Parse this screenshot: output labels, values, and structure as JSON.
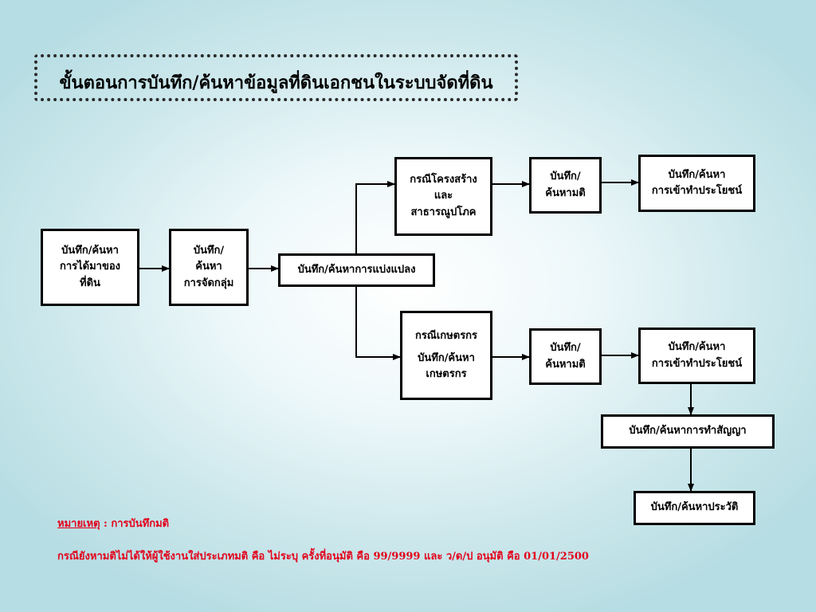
{
  "title": "ขั้นตอนการบันทึก/ค้นหาข้อมูลที่ดินเอกชนในระบบจัดที่ดิน",
  "boxes": {
    "acquisition": [
      "บันทึก/ค้นหา",
      "การได้มาของ",
      "ที่ดิน"
    ],
    "grouping": [
      "บันทึก/",
      "ค้นหา",
      "การจัดกลุ่ม"
    ],
    "subdivision": [
      "บันทึก/ค้นหาการแบ่งแปลง"
    ],
    "infrastructure": [
      "กรณีโครงสร้าง",
      "และ",
      "สาธารณูปโภค"
    ],
    "resolution_top": [
      "บันทึก/",
      "ค้นหามติ"
    ],
    "benefit_top": [
      "บันทึก/ค้นหา",
      "การเข้าทำประโยชน์"
    ],
    "farmer": [
      "กรณีเกษตรกร",
      "บันทึก/ค้นหา",
      "เกษตรกร"
    ],
    "resolution_bottom": [
      "บันทึก/",
      "ค้นหามติ"
    ],
    "benefit_bottom": [
      "บันทึก/ค้นหา",
      "การเข้าทำประโยชน์"
    ],
    "contract": [
      "บันทึก/ค้นหาการทำสัญญา"
    ],
    "history": [
      "บันทึก/ค้นหาประวัติ"
    ]
  },
  "note": {
    "heading": "หมายเหตุ",
    "heading_rest": " : การบันทึกมติ",
    "body": "กรณียังหามติไม่ได้ให้ผู้ใช้งานใส่ประเภทมติ คือ ไม่ระบุ ครั้งที่อนุมัติ คือ 99/9999 และ ว/ด/ป อนุมัติ คือ 01/01/2500"
  }
}
